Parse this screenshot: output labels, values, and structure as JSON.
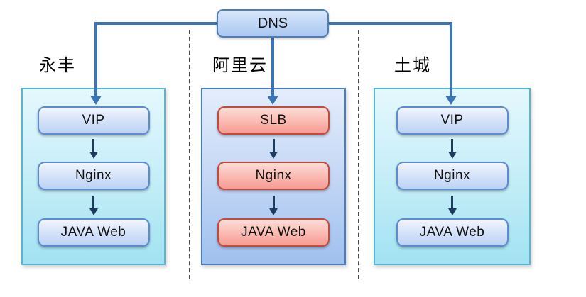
{
  "diagram": {
    "root_node": {
      "label": "DNS"
    },
    "regions": [
      {
        "id": "yongfeng",
        "label": "永丰",
        "panel_theme": "cyan",
        "node_theme": "blue",
        "nodes": [
          {
            "label": "VIP"
          },
          {
            "label": "Nginx"
          },
          {
            "label": "JAVA Web"
          }
        ]
      },
      {
        "id": "aliyun",
        "label": "阿里云",
        "panel_theme": "blue",
        "node_theme": "red",
        "nodes": [
          {
            "label": "SLB"
          },
          {
            "label": "Nginx"
          },
          {
            "label": "JAVA Web"
          }
        ]
      },
      {
        "id": "tucheng",
        "label": "土城",
        "panel_theme": "cyan",
        "node_theme": "blue",
        "nodes": [
          {
            "label": "VIP"
          },
          {
            "label": "Nginx"
          },
          {
            "label": "JAVA Web"
          }
        ]
      }
    ],
    "colors": {
      "connector_blue": "#3d74b8",
      "mini_arrow_navy": "#1e3c5f",
      "dns_border": "#4a7ec2",
      "dns_gradient_top": "#d9e7fa",
      "dns_gradient_bottom": "#abc8f1",
      "blue_node_border": "#5b8bd0",
      "blue_node_gradient_top": "#f2f6fe",
      "blue_node_gradient_bottom": "#bcd2f4",
      "red_node_border": "#c64a3c",
      "red_node_gradient_top": "#fcdcd7",
      "red_node_gradient_bottom": "#f79b93",
      "cyan_panel_border": "#57b7d2",
      "cyan_panel_gradient_top": "#e4f8fd",
      "cyan_panel_gradient_bottom": "#a2e2f2",
      "blue_panel_border": "#4a7cc0",
      "blue_panel_gradient_top": "#e4edfc",
      "blue_panel_gradient_bottom": "#9fc0ee",
      "dashed_divider": "#4a4a4a"
    }
  }
}
